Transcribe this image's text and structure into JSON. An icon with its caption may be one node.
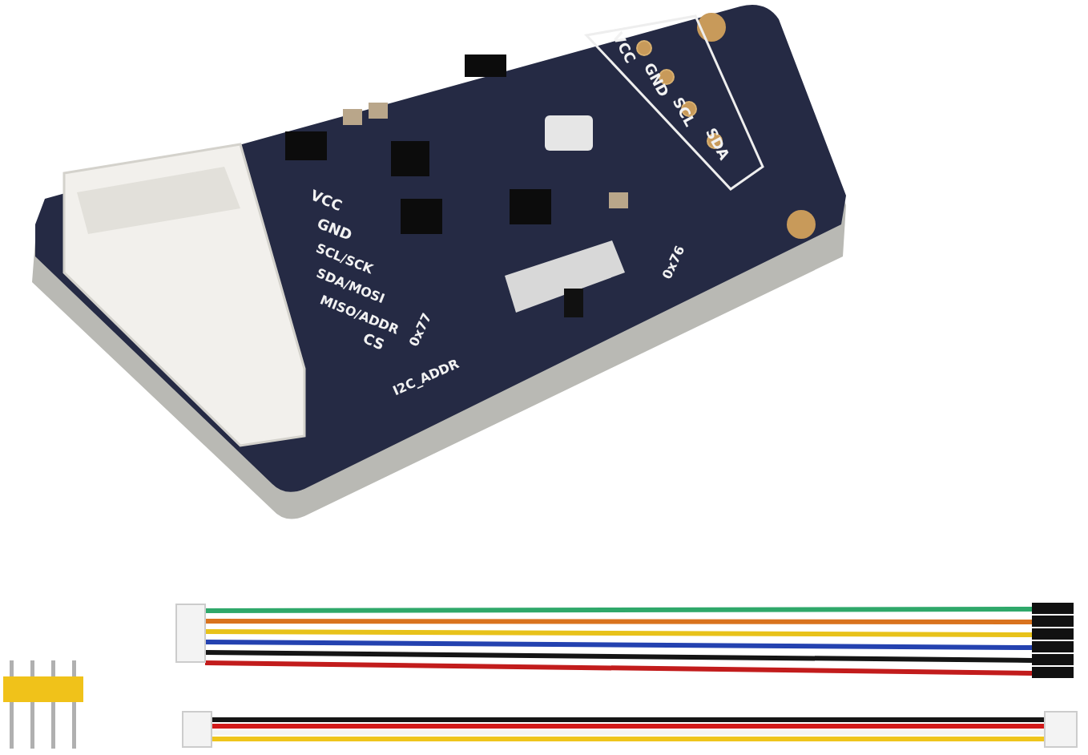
{
  "diagram": {
    "labels": [
      "VCC",
      "GND",
      "SCL",
      "SDA",
      "VCC",
      "GND",
      "SCL/SCK",
      "SDA/MOSI",
      "MISO/ADDR",
      "CS",
      "0x76",
      "0x77",
      "I2C_ADDR"
    ]
  }
}
